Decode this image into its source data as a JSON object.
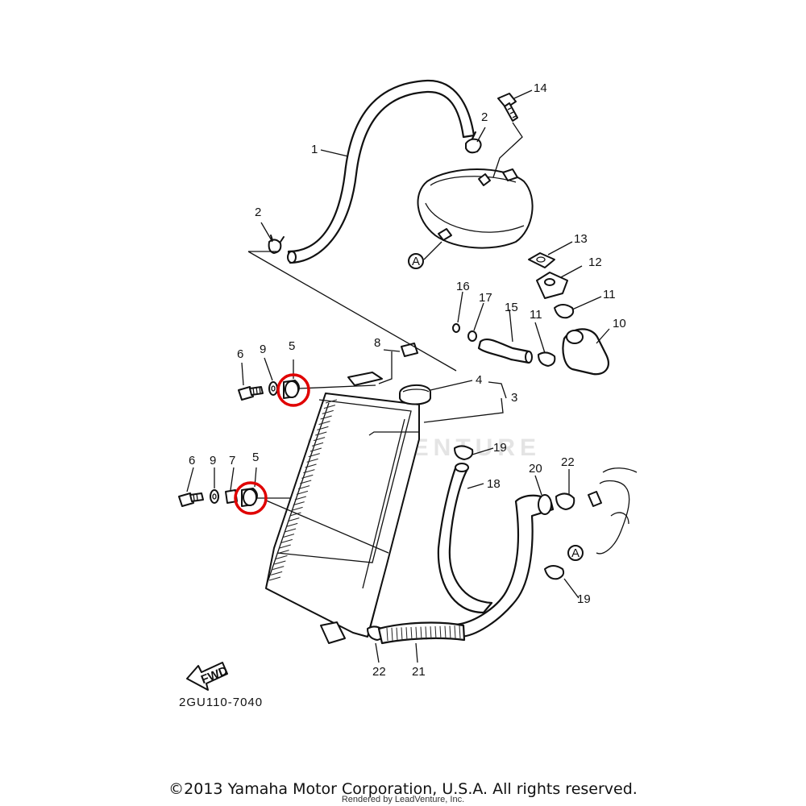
{
  "diagram": {
    "part_labels": [
      "1",
      "2",
      "2",
      "14",
      "13",
      "12",
      "11",
      "11",
      "10",
      "15",
      "16",
      "17",
      "8",
      "6",
      "9",
      "5",
      "4",
      "3",
      "19",
      "6",
      "9",
      "7",
      "5",
      "18",
      "20",
      "22",
      "19",
      "22",
      "21"
    ],
    "marker_letter": "A",
    "fwd_label": "FWD",
    "drawing_code": "2GU110-7040",
    "watermark": "LEADVENTURE"
  },
  "footer": {
    "copyright": "©2013 Yamaha Motor Corporation, U.S.A. All rights reserved.",
    "rendered_by": "Rendered by LeadVenture, Inc."
  },
  "highlight_color": "#e00000"
}
